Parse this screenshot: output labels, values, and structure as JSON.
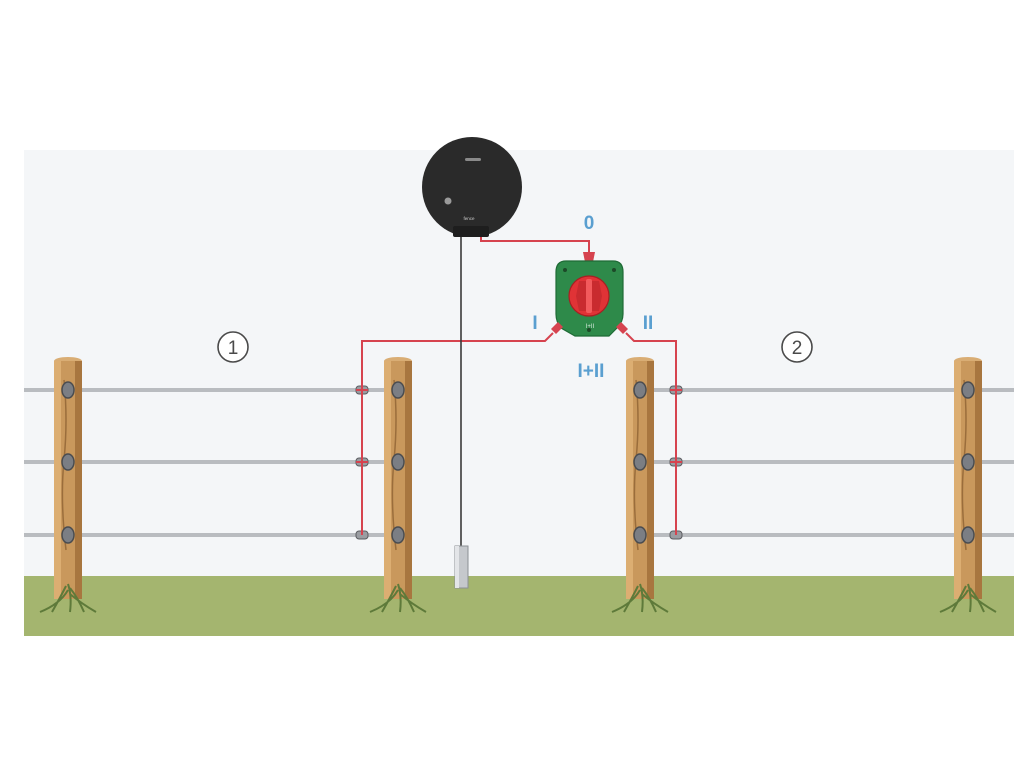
{
  "colors": {
    "sky": "#f4f6f8",
    "grass": "#a4b56f",
    "post": "#c9985c",
    "post_dark": "#9a6d3b",
    "wire": "#b9bcc0",
    "lead": "#d6434f",
    "energizer": "#2a2a2a",
    "switch_body": "#2e8a4a",
    "switch_knob": "#e03336",
    "label_blue": "#5a9fd0",
    "circle_label": "#4a4a4a"
  },
  "labels": {
    "position_off": "0",
    "position_one": "I",
    "position_two": "II",
    "position_both": "I+II",
    "knob_text": "I+II",
    "section_one": "1",
    "section_two": "2",
    "energizer_brand": "fence"
  },
  "icons": {
    "energizer": "energizer-unit-icon",
    "switch": "rotary-switch-icon",
    "ground_rod": "ground-rod-icon",
    "insulator": "ring-insulator-icon",
    "grass": "grass-tuft-icon"
  }
}
